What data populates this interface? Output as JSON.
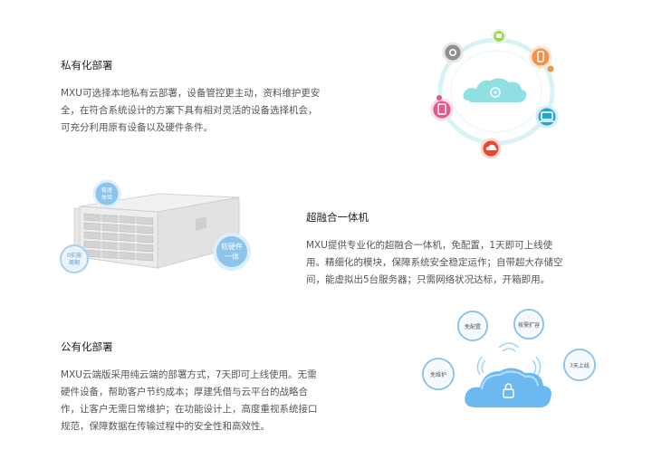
{
  "sections": [
    {
      "title": "私有化部署",
      "lines": [
        "MXU可选择本地私有云部署，设备管控更主动，资料维护更安",
        "全，在符合系统设计的方案下具有相对灵活的设备选择机会，",
        "可充分利用原有设备以及硬件条件。"
      ]
    },
    {
      "title": "超融合一体机",
      "lines": [
        "MXU提供专业化的超融合一体机，免配置，1天即可上线使",
        "用。精细化的模块，保障系统安全稳定运作；自带超大存储空",
        "间，能虚拟出5台服务器；只需网络状况达标，开箱即用。"
      ]
    },
    {
      "title": "公有化部署",
      "lines": [
        "MXU云端版采用纯云端的部署方式，7天即可上线使用。无需",
        "硬件设备，帮助客户节约成本；厚建凭借与云平台的战略合",
        "作，让客户无需日常维护；在功能设计上，高度重视系统接口",
        "规范，保障数据在传输过程中的安全性和高效性。"
      ]
    }
  ],
  "server_badges": [
    "极速",
    "体验",
    "0实施",
    "周期",
    "软硬件",
    "一体"
  ],
  "cloud_badges": [
    "免配置",
    "按需扩容",
    "7天上线",
    "免维护"
  ],
  "colors": {
    "heading": "#222222",
    "body": "#555555",
    "accent_cyan": "#7fdbe0",
    "accent_blue": "#5ab4ee",
    "badge_blue": "#8cc4ec"
  },
  "icons": [
    "gear-icon",
    "phone-icon",
    "laptop-icon",
    "tablet-icon",
    "cloud-icon",
    "lock-icon",
    "wifi-icon"
  ]
}
